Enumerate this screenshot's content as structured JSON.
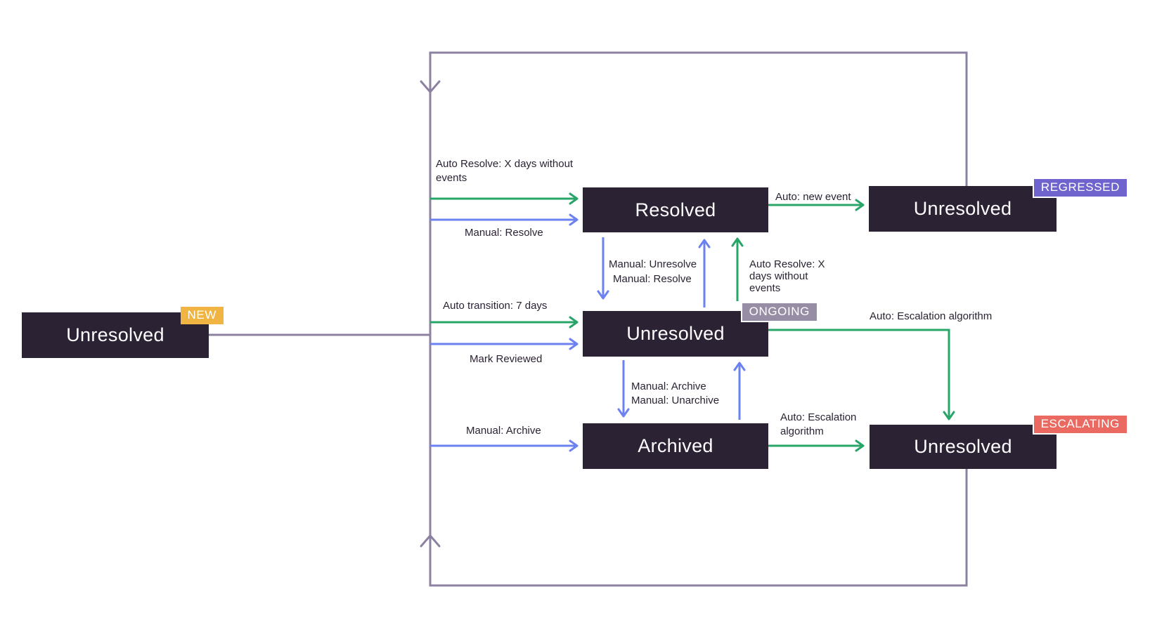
{
  "states": {
    "new": {
      "label": "Unresolved",
      "badge": "NEW"
    },
    "resolved": {
      "label": "Resolved"
    },
    "ongoing": {
      "label": "Unresolved",
      "badge": "ONGOING"
    },
    "archived": {
      "label": "Archived"
    },
    "regressed": {
      "label": "Unresolved",
      "badge": "REGRESSED"
    },
    "escalating": {
      "label": "Unresolved",
      "badge": "ESCALATING"
    }
  },
  "transitions": {
    "auto_resolve_from_new": "Auto Resolve: X days without\nevents",
    "manual_resolve_from_new": "Manual: Resolve",
    "auto_transition_7_days": "Auto transition: 7 days",
    "mark_reviewed": "Mark Reviewed",
    "manual_archive_from_new": "Manual: Archive",
    "manual_unresolve": "Manual: Unresolve",
    "manual_resolve_from_ongoing": "Manual: Resolve",
    "auto_resolve_from_ongoing": "Auto Resolve: X\ndays without\nevents",
    "manual_archive_unarchive": "Manual: Archive\nManual: Unarchive",
    "auto_new_event": "Auto: new event",
    "auto_escalation_from_ongoing": "Auto: Escalation algorithm",
    "auto_escalation_from_archived": "Auto: Escalation\nalgorithm"
  },
  "colors": {
    "state_box": "#2B2233",
    "auto_arrow_green": "#2AA56A",
    "manual_arrow_blue": "#6C82F0",
    "loop_line_purple": "#8C81A0",
    "badge_new": "#EFB442",
    "badge_ongoing": "#978EA5",
    "badge_regressed": "#6F63CE",
    "badge_escalating": "#EA6A62",
    "label_text": "#2B2233"
  }
}
